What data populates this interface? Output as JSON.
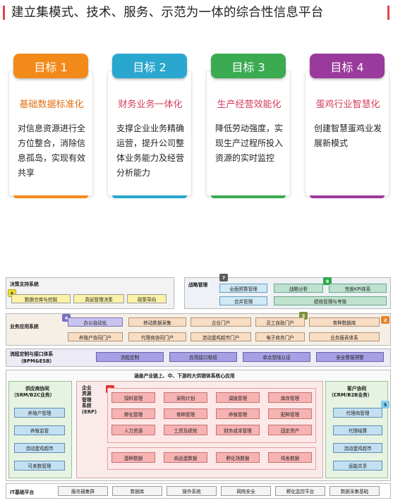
{
  "header": {
    "title": "建立集模式、技术、服务、示范为一体的综合性信息平台",
    "accent_color": "#e0444e"
  },
  "goals": [
    {
      "tab": "目标 1",
      "subtitle": "基础数据标准化",
      "body": "对信息资源进行全方位整合，消除信息孤岛，实现有效共享",
      "color": "#f28a1a",
      "sub_color": "#e06f10"
    },
    {
      "tab": "目标 2",
      "subtitle": "财务业务一体化",
      "body": "支撑企业业务精确运营，提升公司整体业务能力及经营分析能力",
      "color": "#2aa7cf",
      "sub_color": "#d53c5a"
    },
    {
      "tab": "目标 3",
      "subtitle": "生产经营效能化",
      "body": "降低劳动强度，实现生产过程所投入资源的实时监控",
      "color": "#3bab52",
      "sub_color": "#d53c5a"
    },
    {
      "tab": "目标 4",
      "subtitle": "蛋鸡行业智慧化",
      "body": "创建智慧蛋鸡业发展新模式",
      "color": "#9a3a9c",
      "sub_color": "#d53c5a"
    }
  ],
  "diagram": {
    "decision": {
      "title": "决策支持系统",
      "badge": "6",
      "items": [
        "数据仓库与挖掘",
        "高层管理决策",
        "政策导向"
      ]
    },
    "strategy": {
      "title": "战略管理",
      "badge7": "7",
      "badge8": "8",
      "items": [
        "全面预算管理",
        "合并管理",
        "战略分析",
        "完善KPI体系",
        "绩效管理与考核"
      ]
    },
    "business": {
      "title": "业务应用系统",
      "badge4": "4",
      "badge3": "3",
      "badge2": "2",
      "row1": [
        "办公自动化",
        "移动数据采集",
        "企业门户",
        "员工自助门户",
        "育种数据库"
      ],
      "row2": [
        "养殖户协同门户",
        "代理商协同门户",
        "流动蛋鸡超市门户",
        "电子商务门户",
        "业务报表体系"
      ]
    },
    "process": {
      "title": "流程定制与接口体系",
      "subtitle": "（BPM&ESB）",
      "items": [
        "流程定制",
        "应用接口枢纽",
        "单点登陆认证",
        "安全警报预警"
      ]
    },
    "chain_title": "涵盖产业链上、中、下游的大供销体系核心应用",
    "supplier": {
      "title": "供应商协同",
      "subtitle": "（SRM/B2C业务）",
      "items": [
        "养殖户管理",
        "养殖监管",
        "流动蛋鸡超市",
        "可卖数管理"
      ]
    },
    "erp": {
      "title": "企业资源管理系统（ERP）",
      "badge": "1",
      "rows": [
        [
          "饲料管理",
          "采购计划",
          "调拨管理",
          "库存管理"
        ],
        [
          "孵化管理",
          "育种管理",
          "养殖管理",
          "配种管理"
        ],
        [
          "人力资源",
          "工资及绩效",
          "财务成本管理",
          "固定资产"
        ],
        [
          "蛋种数据",
          "商品蛋数据",
          "孵化场数据",
          "鸡舍数据"
        ]
      ]
    },
    "customer": {
      "title": "客户协同",
      "subtitle": "（CRM/B2B业务）",
      "badge": "5",
      "items": [
        "代理商管理",
        "代理结算",
        "流动蛋鸡超市",
        "运能共享"
      ]
    },
    "it": {
      "title": "IT基础平台",
      "items": [
        "服务器集群",
        "数据库",
        "操作系统",
        "网络安全",
        "孵化监控平台",
        "数据采集基础"
      ]
    }
  }
}
